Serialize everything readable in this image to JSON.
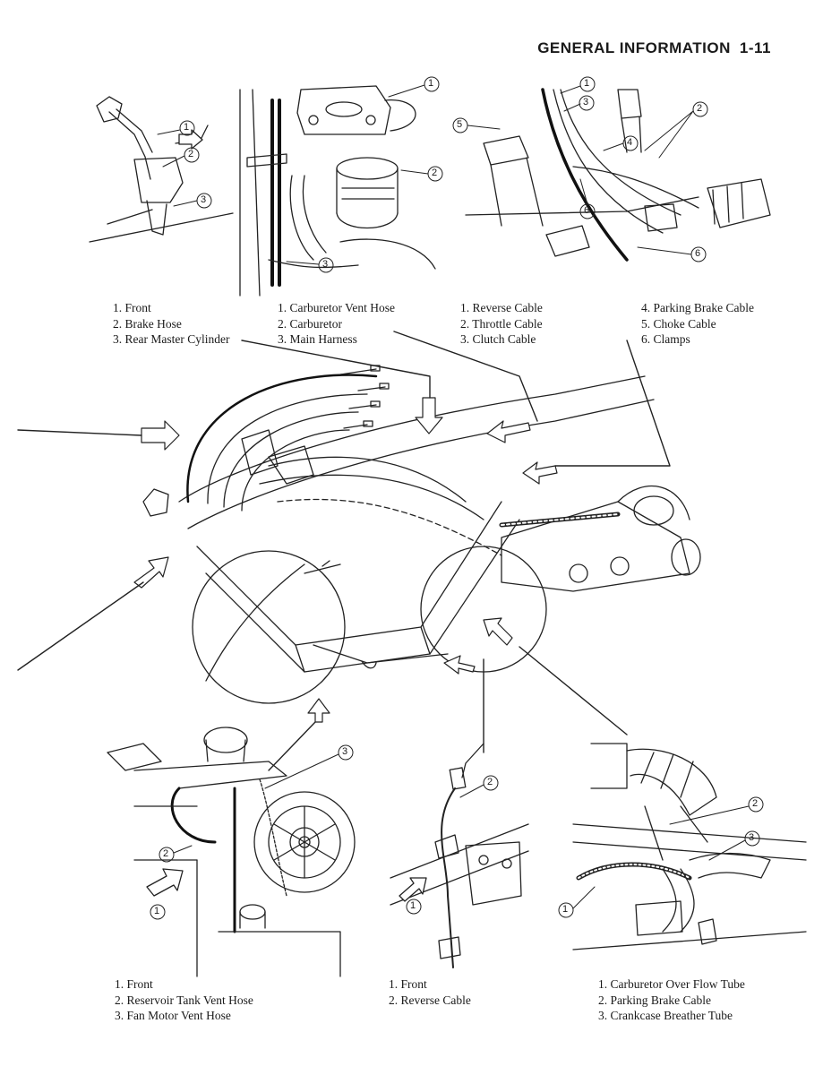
{
  "header": {
    "section": "GENERAL INFORMATION",
    "page": "1-11"
  },
  "legends": {
    "top_left": [
      "1. Front",
      "2. Brake Hose",
      "3. Rear Master Cylinder"
    ],
    "top_mid": [
      "1. Carburetor Vent Hose",
      "2. Carburetor",
      "3. Main Harness"
    ],
    "top_right_a": [
      "1. Reverse Cable",
      "2. Throttle Cable",
      "3. Clutch Cable"
    ],
    "top_right_b": [
      "4. Parking Brake Cable",
      "5. Choke Cable",
      "6. Clamps"
    ],
    "bottom_left": [
      "1. Front",
      "2. Reservoir Tank Vent Hose",
      "3. Fan Motor Vent Hose"
    ],
    "bottom_mid": [
      "1. Front",
      "2. Reverse Cable"
    ],
    "bottom_right": [
      "1. Carburetor Over Flow Tube",
      "2. Parking Brake Cable",
      "3. Crankcase Breather Tube"
    ]
  },
  "callouts": {
    "n1": "1",
    "n2": "2",
    "n3": "3",
    "n4": "4",
    "n5": "5",
    "n6": "6"
  }
}
